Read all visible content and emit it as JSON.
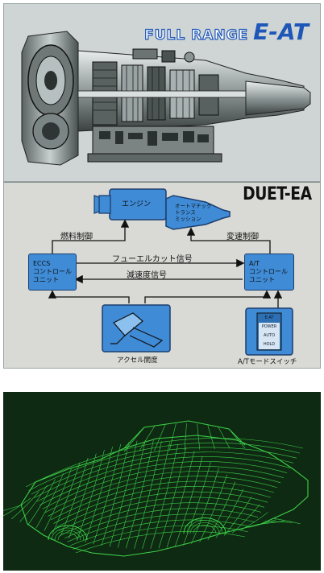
{
  "brand": {
    "prefix": "FULL RANGE",
    "name": "E-AT"
  },
  "diagram": {
    "title": "DUET-EA",
    "nodes": {
      "engine": "エンジン",
      "transmission": [
        "オートマチック",
        "トランス",
        "ミッション"
      ],
      "eccs": [
        "ECCS",
        "コントロール",
        "ユニット"
      ],
      "at_unit": [
        "A/T",
        "コントロール",
        "ユニット"
      ],
      "accelerator_caption": "アクセル開度",
      "mode_switch_caption": "A/Tモードスイッチ",
      "mode_switch_labels": [
        "E-AT",
        "POWER",
        "AUTO",
        "HOLD"
      ]
    },
    "edges": {
      "fuel_control": "燃料制御",
      "shift_control": "変速制御",
      "fuel_cut_signal": "フューエルカット信号",
      "decel_signal": "減速度信号"
    }
  },
  "colors": {
    "box_fill": "#3f8bd6",
    "brand_blue": "#1f57b8",
    "wire_green": "#3cd04a",
    "wire_bg": "#0f2a12"
  }
}
